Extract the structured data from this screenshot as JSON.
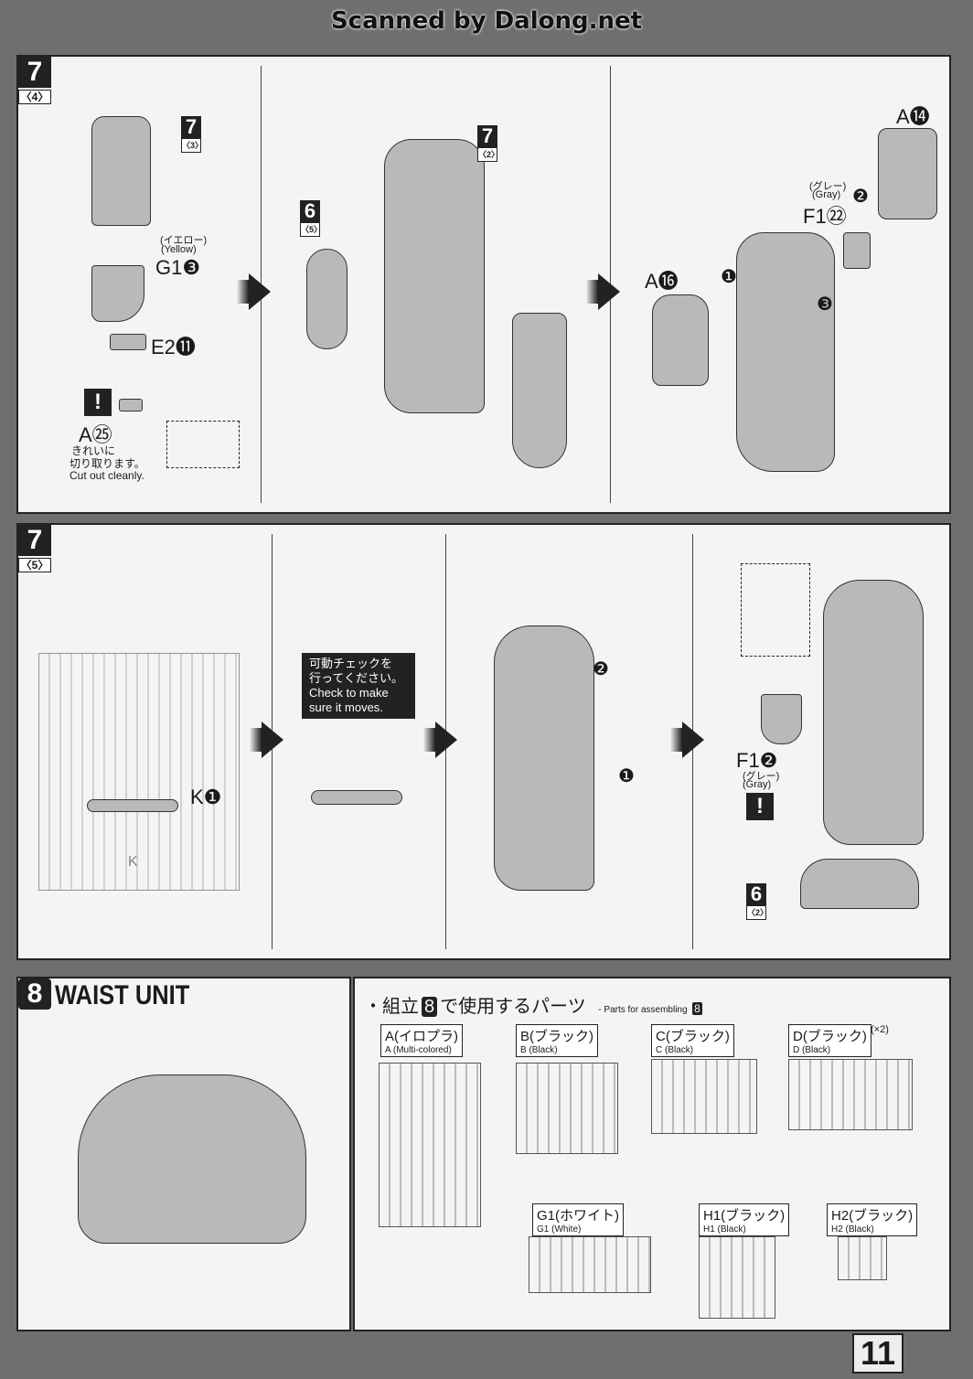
{
  "header": {
    "watermark": "Scanned by Dalong.net"
  },
  "panel1": {
    "step": "7",
    "sub": "〈4〉",
    "ref_7_3": {
      "step": "7",
      "sub": "〈3〉"
    },
    "ref_7_2": {
      "step": "7",
      "sub": "〈2〉"
    },
    "ref_6_5": {
      "step": "6",
      "sub": "〈5〉"
    },
    "g1_color_jp": "(イエロー)",
    "g1_color_en": "(Yellow)",
    "g1": "G1❸",
    "e2": "E2⓫",
    "a25": "A㉕",
    "warning": "!",
    "cut_jp1": "きれいに",
    "cut_jp2": "切り取ります。",
    "cut_en": "Cut out cleanly.",
    "a14": "A⓮",
    "f1_color_jp": "(グレー)",
    "f1_color_en": "(Gray)",
    "f1": "F1㉒",
    "a16": "A⓰",
    "n1": "❶",
    "n2": "❷",
    "n3": "❸"
  },
  "panel2": {
    "step": "7",
    "sub": "〈5〉",
    "k1": "K❶",
    "runner_letter": "K",
    "check_jp1": "可動チェックを",
    "check_jp2": "行ってください。",
    "check_en1": "Check to make",
    "check_en2": "sure it moves.",
    "n1": "❶",
    "n2": "❷",
    "f1": "F1❷",
    "f1_color_jp": "(グレー)",
    "f1_color_en": "(Gray)",
    "warning": "!",
    "ref_6_2": {
      "step": "6",
      "sub": "〈2〉"
    }
  },
  "panel3": {
    "step": "8",
    "title": "WAIST UNIT",
    "parts_title_jp": "・組立",
    "parts_title_jp2": "で使用するパーツ",
    "parts_title_en": "- Parts for assembling",
    "step_ref": "8",
    "runners": [
      {
        "jp": "A(イロプラ)",
        "en": "A (Multi-colored)",
        "qty": ""
      },
      {
        "jp": "B(ブラック)",
        "en": "B (Black)",
        "qty": ""
      },
      {
        "jp": "C(ブラック)",
        "en": "C (Black)",
        "qty": ""
      },
      {
        "jp": "D(ブラック)",
        "en": "D (Black)",
        "qty": "(×2)"
      },
      {
        "jp": "G1(ホワイト)",
        "en": "G1 (White)",
        "qty": ""
      },
      {
        "jp": "H1(ブラック)",
        "en": "H1 (Black)",
        "qty": ""
      },
      {
        "jp": "H2(ブラック)",
        "en": "H2 (Black)",
        "qty": ""
      }
    ]
  },
  "page_number": "11"
}
